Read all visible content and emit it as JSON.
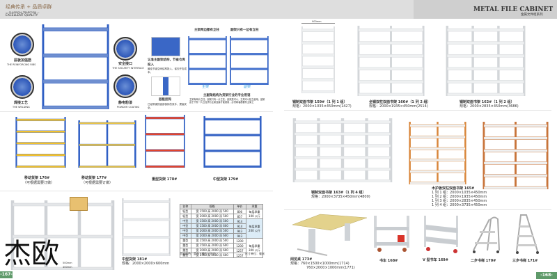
{
  "left_page": {
    "header": {
      "slogan": "经典传承 + 品质卓群",
      "tagline1": "— CLASSICAL TRADITION —",
      "tagline2": "EXCELLENT QUALITY"
    },
    "features": [
      {
        "cn": "层板加强筋",
        "en": "THE REINFORCING RIBS"
      },
      {
        "cn": "焊接工艺",
        "en": "THE WELDING"
      },
      {
        "cn": "安全接口",
        "en": "THE SECURITY INTERFACE"
      },
      {
        "cn": "静电粉漆",
        "en": "POWDER COATING"
      }
    ],
    "details": [
      {
        "title": "认准主副架结构，节省仓库投入",
        "desc": "最佳节省空间结构投入，省去开支成本。"
      },
      {
        "title": "层板挂钩",
        "desc": "已经带钢的面部保持的双手，提高安全。"
      }
    ],
    "main_aux": {
      "main_heading": "主架两边都有立柱",
      "aux_heading": "副架只有一边有立柱",
      "main_label": "主架",
      "aux_label": "副架",
      "note_title": "主副架结构为货架行业的专业用语",
      "note_text": "主架有两片立柱，副架只有一片立柱。副架是可以，主架可以独立使用。副架由于只有一片立柱须与主架连接才能使用，必须两者都要有主架之"
    },
    "row2": [
      {
        "name": "移动货架 176#",
        "note": "（可根据需要订做）"
      },
      {
        "name": "移动货架 177#",
        "note": "（可根据需要订做）"
      },
      {
        "name": "重型货架 178#"
      },
      {
        "name": "中型货架 179#"
      }
    ],
    "product_181": {
      "name": "中型货架 181#",
      "spec": "规格：2000×2000×600mm"
    },
    "dims": [
      "500mm",
      "400mm"
    ],
    "table": {
      "headers": [
        "名称",
        "规格",
        "单价",
        "承重"
      ],
      "rows": [
        [
          "轻型",
          "宽 1500 高 2000 深 500",
          "800"
        ],
        [
          "轻型",
          "宽 2000 高 2000 深 500",
          "857"
        ],
        [
          "中型",
          "宽 1500 高 2000 深 500",
          "914"
        ],
        [
          "中型",
          "宽 1500 高 2000 深 600",
          "914"
        ],
        [
          "中型",
          "宽 2000 高 2000 深 500",
          "943"
        ],
        [
          "中型",
          "宽 2000 高 2000 深 600",
          "943"
        ],
        [
          "重型",
          "宽 1500 高 2000 深 500",
          "1200"
        ],
        [
          "重型",
          "宽 1500 高 2000 深 600",
          "1200"
        ],
        [
          "重型",
          "宽 2000 高 2000 深 600",
          "1257"
        ],
        [
          "重型",
          "宽 2500 高 2000 深 600",
          "1257"
        ]
      ],
      "loads": [
        "每层承重 100 公斤",
        "每层承重 200 公斤",
        "每层承重 300 公斤"
      ],
      "color_note": "货架颜色：蓝色 / 青白 / 灰白",
      "unit_note": "尺寸单位：毫米"
    },
    "watermark": "杰欧",
    "page_number": "-167-"
  },
  "right_page": {
    "header": {
      "title": "METAL FILE CABINET",
      "subtitle": "金属文件柜系列"
    },
    "width_dim": "900mm",
    "row1": [
      {
        "name": "钢制双面书架 159#（1 列 1 组）",
        "spec": "规格：2000×1035×450mm(1427)"
      },
      {
        "name": "全钢双柱双面书架 160#（1 列 2 组）",
        "spec": "规格：2000×1935×450mm(2514)"
      },
      {
        "name": "钢制双面书架 162#（1 列 2 组）",
        "spec": "规格：2000×2835×450mm(3686)"
      }
    ],
    "row2": [
      {
        "name": "钢制双面书架 163#（1 列 4 组）",
        "spec": "规格：2000×3735×450mm(4800)"
      },
      {
        "name": "木护板双柱双面书架 165#",
        "specs": [
          "1 列 1 组：2000×1035×450mm",
          "1 列 2 组：2000×1935×450mm",
          "1 列 3 组：2000×2835×450mm",
          "1 列 4 组：2000×3735×450mm"
        ]
      }
    ],
    "row3": [
      {
        "name": "阅览桌 173#",
        "spec1": "规格：760×1500×1000mm(1714)",
        "spec2": "760×2000×1000mm(1771)"
      },
      {
        "name": "书车 168#"
      },
      {
        "name": "V 型书车 169#"
      },
      {
        "name": "二步书梯 170#"
      },
      {
        "name": "三步书梯 171#"
      }
    ],
    "page_number": "-168-"
  },
  "colors": {
    "rack_blue": "#2f5fc4",
    "rack_red": "#e2452e",
    "steel_grey": "#d8dbde",
    "wood": "#d9863a",
    "page_green": "#5f9a6a"
  }
}
